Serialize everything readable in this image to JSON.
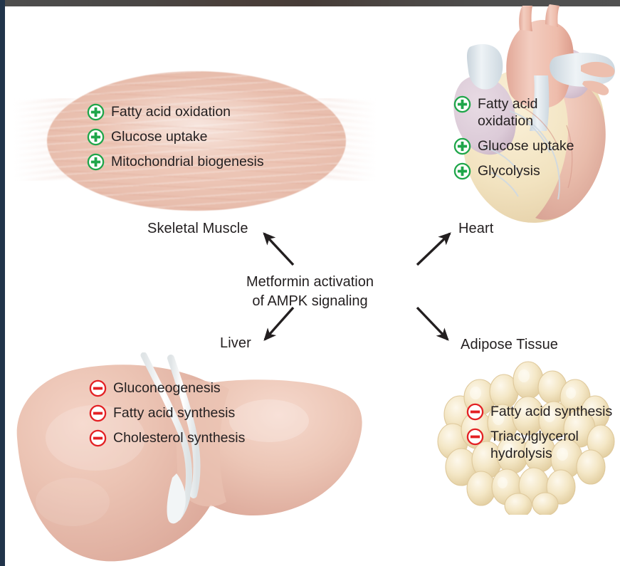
{
  "figure": {
    "center_label_line1": "Metformin activation",
    "center_label_line2": "of AMPK signaling"
  },
  "colors": {
    "plus_green": "#1FA64A",
    "minus_red": "#E32024",
    "text": "#231f20",
    "muscle": "#ecc4b4",
    "liver": "#e8bfb0",
    "heart_fat": "#f2e3c0",
    "heart_muscle": "#e8bbaa",
    "adipose": "#f5e8c8",
    "left_border": "#21344a",
    "top_bar": "#4e4e4e"
  },
  "organs": {
    "skeletal_muscle": {
      "label": "Skeletal Muscle",
      "effects": [
        {
          "sign": "plus",
          "icon": "plus-circle-icon",
          "text": "Fatty acid oxidation"
        },
        {
          "sign": "plus",
          "icon": "plus-circle-icon",
          "text": "Glucose uptake"
        },
        {
          "sign": "plus",
          "icon": "plus-circle-icon",
          "text": "Mitochondrial biogenesis"
        }
      ]
    },
    "heart": {
      "label": "Heart",
      "effects": [
        {
          "sign": "plus",
          "icon": "plus-circle-icon",
          "text": "Fatty acid\noxidation"
        },
        {
          "sign": "plus",
          "icon": "plus-circle-icon",
          "text": "Glucose uptake"
        },
        {
          "sign": "plus",
          "icon": "plus-circle-icon",
          "text": "Glycolysis"
        }
      ]
    },
    "liver": {
      "label": "Liver",
      "effects": [
        {
          "sign": "minus",
          "icon": "minus-circle-icon",
          "text": "Gluconeogenesis"
        },
        {
          "sign": "minus",
          "icon": "minus-circle-icon",
          "text": "Fatty acid synthesis"
        },
        {
          "sign": "minus",
          "icon": "minus-circle-icon",
          "text": "Cholesterol synthesis"
        }
      ]
    },
    "adipose_tissue": {
      "label": "Adipose Tissue",
      "effects": [
        {
          "sign": "minus",
          "icon": "minus-circle-icon",
          "text": "Fatty acid synthesis"
        },
        {
          "sign": "minus",
          "icon": "minus-circle-icon",
          "text": "Triacylglycerol\nhydrolysis"
        }
      ]
    }
  },
  "arrows": [
    {
      "name": "arrow-to-skeletal-muscle",
      "from": "center",
      "to": "skeletal_muscle",
      "direction": "up-left"
    },
    {
      "name": "arrow-to-heart",
      "from": "center",
      "to": "heart",
      "direction": "up-right"
    },
    {
      "name": "arrow-to-liver",
      "from": "center",
      "to": "liver",
      "direction": "down-left"
    },
    {
      "name": "arrow-to-adipose-tissue",
      "from": "center",
      "to": "adipose_tissue",
      "direction": "down-right"
    }
  ]
}
